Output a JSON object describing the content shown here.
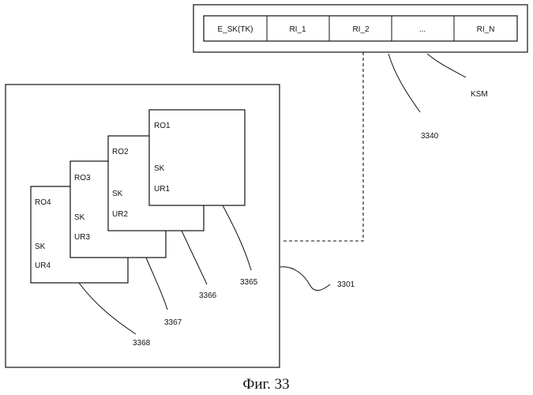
{
  "ksm": {
    "cells": [
      "E_SK(TK)",
      "RI_1",
      "RI_2",
      "...",
      "RI_N"
    ],
    "label": "KSM",
    "ref": "3340"
  },
  "container": {
    "ref": "3301"
  },
  "objects": [
    {
      "ro": "RO1",
      "sk": "SK",
      "ur": "UR1",
      "ref": "3365"
    },
    {
      "ro": "RO2",
      "sk": "SK",
      "ur": "UR2",
      "ref": "3366"
    },
    {
      "ro": "RO3",
      "sk": "SK",
      "ur": "UR3",
      "ref": "3367"
    },
    {
      "ro": "RO4",
      "sk": "SK",
      "ur": "UR4",
      "ref": "3368"
    }
  ],
  "caption": "Фиг. 33"
}
